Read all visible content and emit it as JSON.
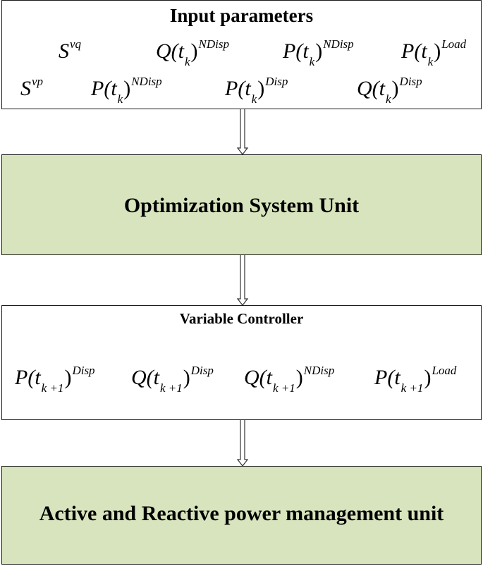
{
  "colors": {
    "green": "#d7e4bd",
    "border": "#1a1a1a"
  },
  "input_box": {
    "title": "Input parameters",
    "row1": [
      {
        "base": "S",
        "sup": "vq"
      },
      {
        "base": "Q(t",
        "sub": "k",
        "close": ")",
        "sup": "NDisp"
      },
      {
        "base": "P(t",
        "sub": "k",
        "close": ")",
        "sup": "NDisp"
      },
      {
        "base": "P(t",
        "sub": "k",
        "close": ")",
        "sup": "Load"
      }
    ],
    "row2": [
      {
        "base": "S",
        "sup": "vp"
      },
      {
        "base": "P(t",
        "sub": "k",
        "close": ")",
        "sup": "NDisp"
      },
      {
        "base": "P(t",
        "sub": "k",
        "close": ")",
        "sup": "Disp"
      },
      {
        "base": "Q(t",
        "sub": "k",
        "close": ")",
        "sup": "Disp"
      }
    ]
  },
  "optimization_box": {
    "title": "Optimization System Unit"
  },
  "controller_box": {
    "title": "Variable Controller",
    "row": [
      {
        "base": "P(t",
        "sub": "k +1",
        "close": ")",
        "sup": "Disp"
      },
      {
        "base": "Q(t",
        "sub": "k +1",
        "close": ")",
        "sup": "Disp"
      },
      {
        "base": "Q(t",
        "sub": "k +1",
        "close": ")",
        "sup": "NDisp"
      },
      {
        "base": "P(t",
        "sub": "k +1",
        "close": ")",
        "sup": "Load"
      }
    ]
  },
  "management_box": {
    "title": "Active and Reactive power management unit"
  }
}
